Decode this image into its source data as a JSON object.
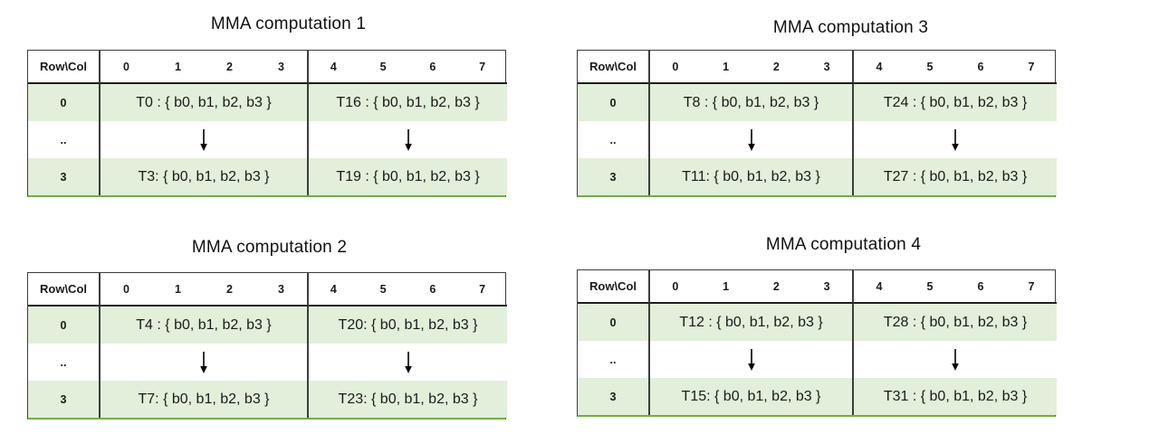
{
  "figure": {
    "background": "#ffffff",
    "colors": {
      "row_fill_green": "#e2efda",
      "table_bottom_border_green": "#70ad47",
      "grid_line": "#3d3d3d",
      "text": "#1a1a1a"
    }
  },
  "tables": [
    {
      "title": "MMA computation 1",
      "corner": "Row\\Col",
      "col_groups": [
        [
          "0",
          "1",
          "2",
          "3"
        ],
        [
          "4",
          "5",
          "6",
          "7"
        ]
      ],
      "row_labels": [
        "0",
        "..",
        "3"
      ],
      "data_rows": {
        "first": [
          "T0 : { b0, b1, b2, b3 }",
          "T16 : { b0, b1, b2, b3 }"
        ],
        "last": [
          "T3: { b0, b1, b2, b3 }",
          "T19 : { b0, b1, b2, b3 }"
        ]
      }
    },
    {
      "title": "MMA computation 2",
      "corner": "Row\\Col",
      "col_groups": [
        [
          "0",
          "1",
          "2",
          "3"
        ],
        [
          "4",
          "5",
          "6",
          "7"
        ]
      ],
      "row_labels": [
        "0",
        "..",
        "3"
      ],
      "data_rows": {
        "first": [
          "T4 : { b0, b1, b2, b3 }",
          "T20: { b0, b1, b2, b3 }"
        ],
        "last": [
          "T7: { b0, b1, b2, b3 }",
          "T23: { b0, b1, b2, b3 }"
        ]
      }
    },
    {
      "title": "MMA computation 3",
      "corner": "Row\\Col",
      "col_groups": [
        [
          "0",
          "1",
          "2",
          "3"
        ],
        [
          "4",
          "5",
          "6",
          "7"
        ]
      ],
      "row_labels": [
        "0",
        "..",
        "3"
      ],
      "data_rows": {
        "first": [
          "T8 : { b0, b1, b2, b3 }",
          "T24 : { b0, b1, b2, b3 }"
        ],
        "last": [
          "T11: { b0, b1, b2, b3 }",
          "T27 : { b0, b1, b2, b3 }"
        ]
      }
    },
    {
      "title": "MMA computation 4",
      "corner": "Row\\Col",
      "col_groups": [
        [
          "0",
          "1",
          "2",
          "3"
        ],
        [
          "4",
          "5",
          "6",
          "7"
        ]
      ],
      "row_labels": [
        "0",
        "..",
        "3"
      ],
      "data_rows": {
        "first": [
          "T12 : { b0, b1, b2, b3 }",
          "T28 : { b0, b1, b2, b3 }"
        ],
        "last": [
          "T15: { b0, b1, b2, b3 }",
          "T31 : { b0, b1, b2, b3 }"
        ]
      }
    }
  ]
}
